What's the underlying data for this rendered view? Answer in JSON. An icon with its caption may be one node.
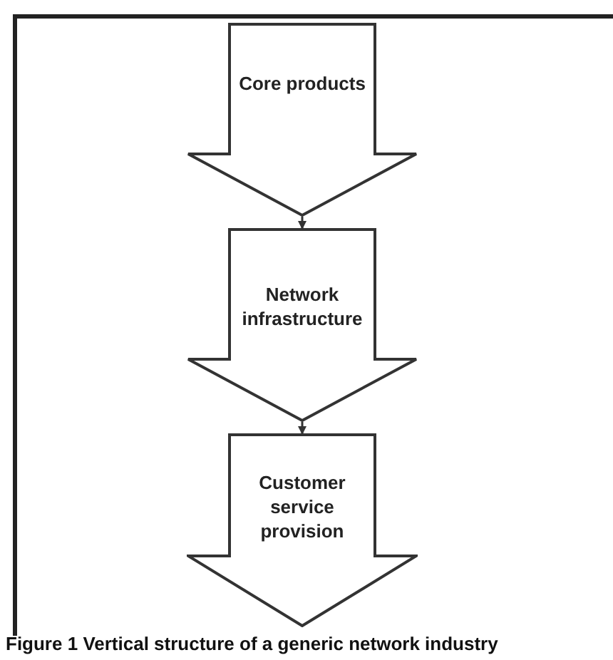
{
  "diagram": {
    "nodes": [
      {
        "text": [
          "Core products"
        ]
      },
      {
        "text": [
          "Network infrastructure"
        ]
      },
      {
        "text": [
          "Customer service provision"
        ]
      }
    ],
    "edges": [
      {
        "from": 0,
        "to": 1,
        "arrow": "to"
      },
      {
        "from": 1,
        "to": 2,
        "arrow": "to"
      }
    ],
    "caption": "**Figure 1** Vertical structure of a generic network industry"
  }
}
